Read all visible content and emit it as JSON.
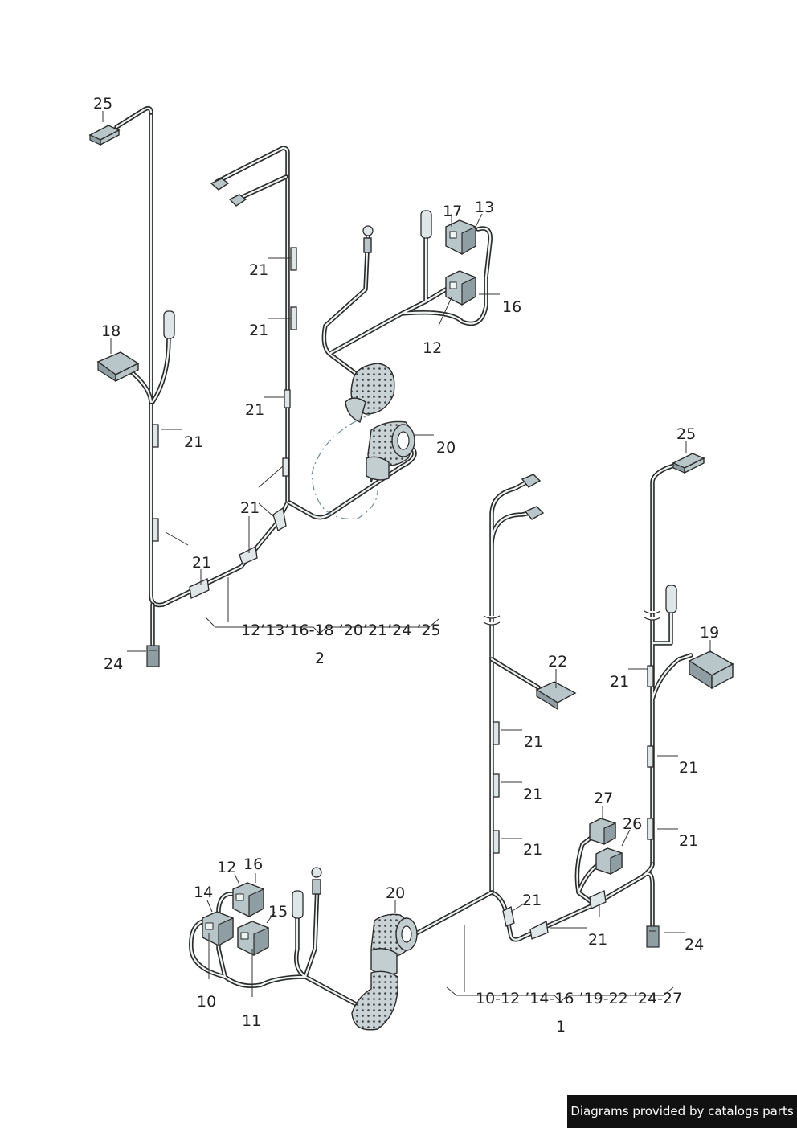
{
  "callouts": {
    "h2_25": "25",
    "h2_18": "18",
    "h2_21a": "21",
    "h2_21b": "21",
    "h2_21c": "21",
    "h2_21d": "21",
    "h2_21e": "21",
    "h2_21f": "21",
    "h2_24": "24",
    "h2_17": "17",
    "h2_13": "13",
    "h2_16": "16",
    "h2_12": "12",
    "h2_20": "20",
    "h1_25": "25",
    "h1_19": "19",
    "h1_21a": "21",
    "h1_22": "22",
    "h1_21b": "21",
    "h1_21c": "21",
    "h1_21d": "21",
    "h1_21e": "21",
    "h1_21f": "21",
    "h1_21g": "21",
    "h1_21h": "21",
    "h1_27": "27",
    "h1_26": "26",
    "h1_24": "24",
    "h1_20": "20",
    "h1_12": "12",
    "h1_16": "16",
    "h1_14": "14",
    "h1_15": "15",
    "h1_10": "10",
    "h1_11": "11"
  },
  "groups": {
    "harness2_parts": "12’13’16-18  ’20’21’24  ’25",
    "harness2_number": "2",
    "harness1_parts": "10-12  ’14-16   ’19-22   ’24-27",
    "harness1_number": "1"
  },
  "footer": {
    "credit": "Diagrams provided by catalogs parts"
  }
}
